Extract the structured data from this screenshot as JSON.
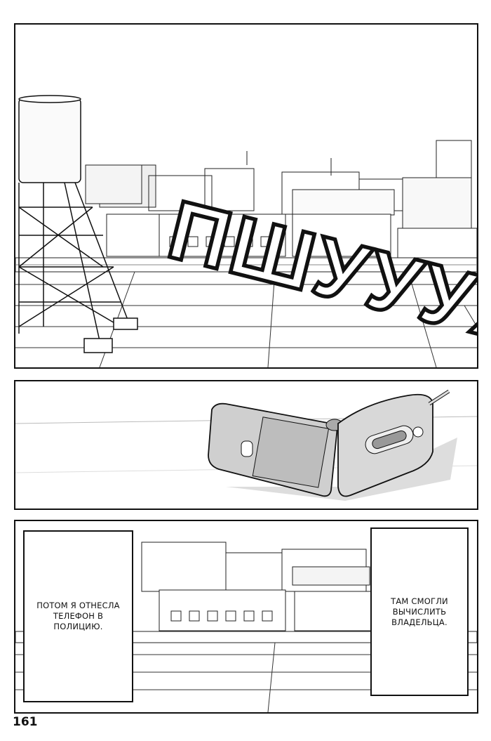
{
  "panels": {
    "top": {
      "sfx": "ПШУУУХ"
    },
    "bottom": {
      "caption_left": "Потом я отнесла телефон в полицию.",
      "caption_right": "Там смогли вычислить владельца."
    }
  },
  "page_number": "161"
}
